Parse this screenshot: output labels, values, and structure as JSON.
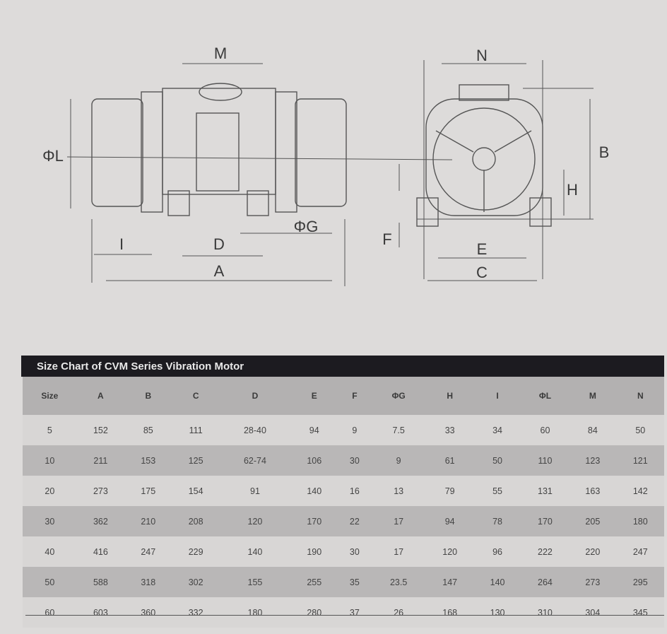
{
  "diagram": {
    "side_view_labels": {
      "M": "M",
      "L": "ΦL",
      "I": "I",
      "D": "D",
      "G": "ΦG",
      "A": "A"
    },
    "end_view_labels": {
      "N": "N",
      "B": "B",
      "H": "H",
      "F": "F",
      "E": "E",
      "C": "C"
    }
  },
  "table": {
    "title": "Size Chart of CVM Series Vibration Motor",
    "headers": [
      "Size",
      "A",
      "B",
      "C",
      "D",
      "E",
      "F",
      "ΦG",
      "H",
      "I",
      "ΦL",
      "M",
      "N"
    ],
    "rows": [
      [
        "5",
        "152",
        "85",
        "111",
        "28-40",
        "94",
        "9",
        "7.5",
        "33",
        "34",
        "60",
        "84",
        "50"
      ],
      [
        "10",
        "211",
        "153",
        "125",
        "62-74",
        "106",
        "30",
        "9",
        "61",
        "50",
        "110",
        "123",
        "121"
      ],
      [
        "20",
        "273",
        "175",
        "154",
        "91",
        "140",
        "16",
        "13",
        "79",
        "55",
        "131",
        "163",
        "142"
      ],
      [
        "30",
        "362",
        "210",
        "208",
        "120",
        "170",
        "22",
        "17",
        "94",
        "78",
        "170",
        "205",
        "180"
      ],
      [
        "40",
        "416",
        "247",
        "229",
        "140",
        "190",
        "30",
        "17",
        "120",
        "96",
        "222",
        "220",
        "247"
      ],
      [
        "50",
        "588",
        "318",
        "302",
        "155",
        "255",
        "35",
        "23.5",
        "147",
        "140",
        "264",
        "273",
        "295"
      ],
      [
        "60",
        "603",
        "360",
        "332",
        "180",
        "280",
        "37",
        "26",
        "168",
        "130",
        "310",
        "304",
        "345"
      ]
    ]
  }
}
